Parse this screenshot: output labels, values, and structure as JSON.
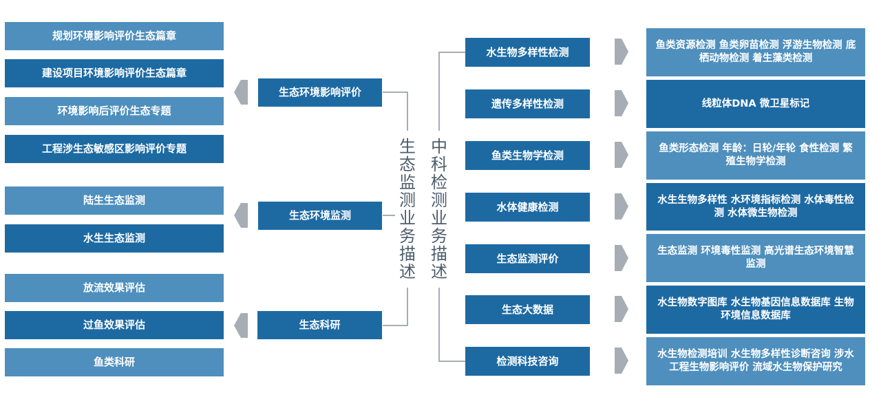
{
  "colors": {
    "dark_box": "#1d6aa3",
    "light_box": "#4e8fbd",
    "connector": "#a6adb4",
    "vertical_text": "#4d5d6b"
  },
  "left_column": {
    "title": "生态监测业务描述",
    "groups": [
      {
        "label": "生态环境影响评价",
        "items": [
          "规划环境影响评价生态篇章",
          "建设项目环境影响评价生态篇章",
          "环境影响后评价生态专题",
          "工程涉生态敏感区影响评价专题"
        ]
      },
      {
        "label": "生态环境监测",
        "items": [
          "陆生生态监测",
          "水生生态监测"
        ]
      },
      {
        "label": "生态科研",
        "items": [
          "放流效果评估",
          "过鱼效果评估",
          "鱼类科研"
        ]
      }
    ]
  },
  "right_column": {
    "title": "中科检测业务描述",
    "rows": [
      {
        "category": "水生物多样性检测",
        "description": "鱼类资源检测 鱼类卵苗检测 浮游生物检测 底栖动物检测 着生藻类检测"
      },
      {
        "category": "遗传多样性检测",
        "description": "线粒体DNA 微卫星标记"
      },
      {
        "category": "鱼类生物学检测",
        "description": "鱼类形态检测 年龄：日轮/年轮 食性检测 繁殖生物学检测"
      },
      {
        "category": "水体健康检测",
        "description": "水生生物多样性 水环境指标检测 水体毒性检测 水体微生物检测"
      },
      {
        "category": "生态监测评价",
        "description": "生态监测 环境毒性监测 高光谱生态环境智慧监测"
      },
      {
        "category": "生态大数据",
        "description": "水生物数字图库 水生物基因信息数据库 生物环境信息数据库"
      },
      {
        "category": "检测科技咨询",
        "description": "水生物检测培训 水生物多样性诊断咨询 涉水工程生物影响评价 流域水生物保护研究"
      }
    ]
  }
}
